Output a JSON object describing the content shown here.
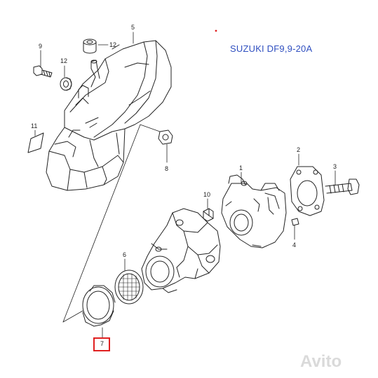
{
  "title": "SUZUKI DF9,9-20A",
  "watermark": "Avito",
  "highlighted_part": "7",
  "highlight_color": "#e02020",
  "title_color": "#2f4fc0",
  "callouts": [
    {
      "id": "c5",
      "label": "5"
    },
    {
      "id": "c9",
      "label": "9"
    },
    {
      "id": "c12a",
      "label": "12"
    },
    {
      "id": "c12b",
      "label": "12"
    },
    {
      "id": "c11",
      "label": "11"
    },
    {
      "id": "c8",
      "label": "8"
    },
    {
      "id": "c2",
      "label": "2"
    },
    {
      "id": "c1",
      "label": "1"
    },
    {
      "id": "c3",
      "label": "3"
    },
    {
      "id": "c10",
      "label": "10"
    },
    {
      "id": "c4",
      "label": "4"
    },
    {
      "id": "c6",
      "label": "6"
    },
    {
      "id": "c7",
      "label": "7"
    }
  ]
}
